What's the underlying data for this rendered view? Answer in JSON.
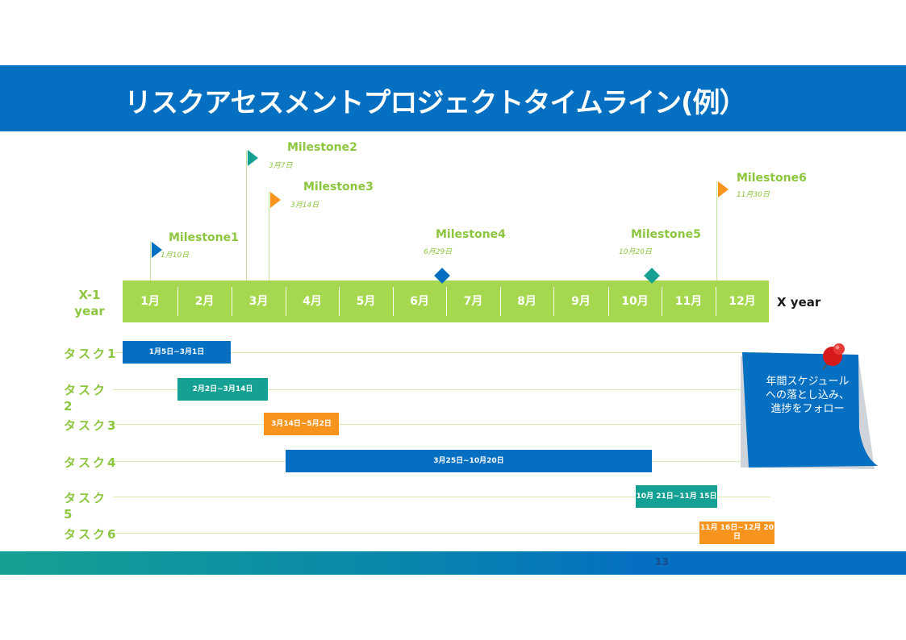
{
  "title": "リスクアセスメントプロジェクトタイムライン(例）",
  "prev_year_label": "X-1\nyear",
  "year_label": "X year",
  "months": [
    "1月",
    "2月",
    "3月",
    "4月",
    "5月",
    "6月",
    "7月",
    "8月",
    "9月",
    "10月",
    "11月",
    "12月"
  ],
  "milestones": [
    {
      "name": "Milestone1",
      "date": "1月10日",
      "marker": "flag",
      "color": "#0570c1"
    },
    {
      "name": "Milestone2",
      "date": "3月7日",
      "marker": "flag",
      "color": "#14a193"
    },
    {
      "name": "Milestone3",
      "date": "3月14日",
      "marker": "flag",
      "color": "#f7941d"
    },
    {
      "name": "Milestone4",
      "date": "6月29日",
      "marker": "diamond",
      "color": "#0570c1"
    },
    {
      "name": "Milestone5",
      "date": "10月20日",
      "marker": "diamond",
      "color": "#14a193"
    },
    {
      "name": "Milestone6",
      "date": "11月30日",
      "marker": "flag",
      "color": "#f7941d"
    }
  ],
  "tasks": [
    {
      "label": "タスク1",
      "range": "1月5日~3月1日",
      "color": "#0570c1"
    },
    {
      "label": "タスク2",
      "range": "2月2日~3月14日",
      "color": "#14a193"
    },
    {
      "label": "タスク3",
      "range": "3月14日~5月2日",
      "color": "#f7941d"
    },
    {
      "label": "タスク4",
      "range": "3月25日~10月20日",
      "color": "#0570c1"
    },
    {
      "label": "タスク5",
      "range": "10月 21日~11月 15日",
      "color": "#14a193"
    },
    {
      "label": "タスク6",
      "range": "11月 16日~12月 20日",
      "color": "#f7941d"
    }
  ],
  "note": "年間スケジュール\nへの落とし込み、\n進捗をフォロー",
  "page_number": "13",
  "colors": {
    "blue": "#0570c1",
    "teal": "#14a193",
    "orange": "#f7941d",
    "green": "#8cc63f"
  }
}
